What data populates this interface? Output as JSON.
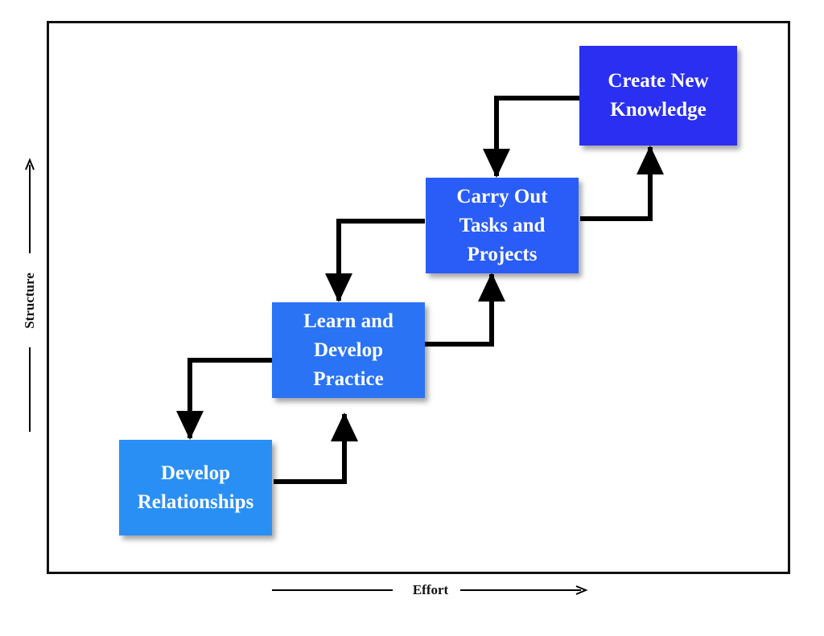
{
  "steps": [
    {
      "label": "Develop\nRelationships",
      "color": "#2a8ff5"
    },
    {
      "label": "Learn and\nDevelop\nPractice",
      "color": "#2a73f5"
    },
    {
      "label": "Carry Out\nTasks and\nProjects",
      "color": "#2a5cf7"
    },
    {
      "label": "Create New\nKnowledge",
      "color": "#2a2ff2"
    }
  ],
  "axes": {
    "x_label": "Effort",
    "y_label": "Structure"
  }
}
